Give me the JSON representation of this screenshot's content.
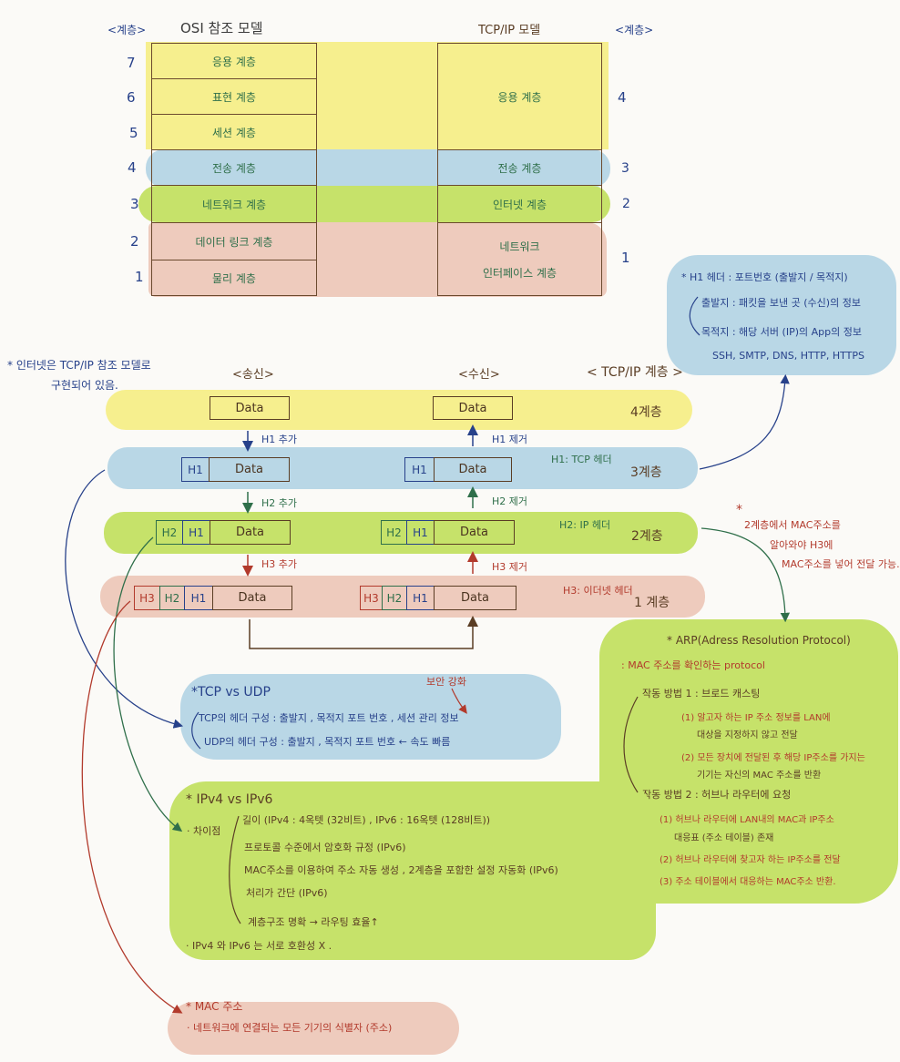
{
  "osi_table": {
    "left_header": "<계층>",
    "osi_title": "OSI 참조 모델",
    "tcp_title": "TCP/IP 모델",
    "right_header": "<계층>",
    "osi_layers": [
      {
        "num": "7",
        "label": "응용 계층"
      },
      {
        "num": "6",
        "label": "표현 계층"
      },
      {
        "num": "5",
        "label": "세션 계층"
      },
      {
        "num": "4",
        "label": "전송 계층"
      },
      {
        "num": "3",
        "label": "네트워크 계층"
      },
      {
        "num": "2",
        "label": "데이터 링크 계층"
      },
      {
        "num": "1",
        "label": "물리 계층"
      }
    ],
    "tcp_layers": [
      {
        "num": "4",
        "label": "응용 계층"
      },
      {
        "num": "3",
        "label": "전송 계층"
      },
      {
        "num": "2",
        "label": "인터넷 계층"
      },
      {
        "num": "1",
        "label_line1": "네트워크",
        "label_line2": "인터페이스 계층"
      }
    ]
  },
  "h1_note": {
    "title": "* H1 헤더 : 포트번호 (출발지 / 목적지)",
    "line1": "출발지 : 패킷을 보낸 곳 (수신)의 정보",
    "line2": "목적지 : 해당 서버 (IP)의 App의 정보",
    "line3": "SSH, SMTP, DNS, HTTP, HTTPS"
  },
  "internet_note": {
    "line1": "* 인터넷은 TCP/IP 참조 모델로",
    "line2": "구현되어 있음."
  },
  "encap": {
    "send_label": "<송신>",
    "recv_label": "<수신>",
    "tcpip_label": "< TCP/IP 계층 >",
    "data": "Data",
    "h1": "H1",
    "h2": "H2",
    "h3": "H3",
    "add_h1": "H1 추가",
    "add_h2": "H2 추가",
    "add_h3": "H3 추가",
    "rem_h1": "H1 제거",
    "rem_h2": "H2 제거",
    "rem_h3": "H3 제거",
    "h1_desc": "H1: TCP 헤더",
    "h2_desc": "H2: IP 헤더",
    "h3_desc": "H3: 이더넷 헤더",
    "layer4": "4계층",
    "layer3": "3계층",
    "layer2": "2계층",
    "layer1": "1 계층"
  },
  "mac_note": {
    "star": "*",
    "line1": "2계층에서 MAC주소를",
    "line2": "알아와야 H3에",
    "line3": "MAC주소를 넣어 전달 가능."
  },
  "arp": {
    "title": "* ARP(Adress Resolution Protocol)",
    "subtitle": ": MAC 주소를 확인하는 protocol",
    "method1": "작동 방법 1 : 브로드 캐스팅",
    "m1_1a": "(1) 알고자 하는 IP 주소 정보를 LAN에",
    "m1_1b": "대상을 지정하지 않고 전달",
    "m1_2a": "(2) 모든 장치에 전달된 후 해당 IP주소를 가지는",
    "m1_2b": "기기는 자신의 MAC 주소를 반환",
    "method2": "작동 방법 2 : 허브나 라우터에 요청",
    "m2_1a": "(1) 허브나 라우터에 LAN내의 MAC과 IP주소",
    "m2_1b": "대응표 (주소 테이블) 존재",
    "m2_2": "(2) 허브나 라우터에 찾고자 하는 IP주소를 전달",
    "m2_3": "(3) 주소 테이블에서 대응하는 MAC주소 반환."
  },
  "tcp_udp": {
    "title": "*TCP vs UDP",
    "annotation": "보안 강화",
    "tcp_line": "TCP의 헤더 구성 : 출발지 , 목적지 포트 번호 , 세션 관리 정보",
    "udp_line": "UDP의 헤더 구성 : 출발지 , 목적지 포트 번호 ← 속도 빠름"
  },
  "ipv": {
    "title": "* IPv4 vs IPv6",
    "diff_label": "· 차이점",
    "l1": "길이 (IPv4 : 4옥텟 (32비트) , IPv6 : 16옥텟 (128비트))",
    "l2": "프로토콜 수준에서 암호화 규정 (IPv6)",
    "l3": "MAC주소를 이용하여 주소 자동 생성 , 2계층을 포함한 설정 자동화 (IPv6)",
    "l4": "처리가 간단 (IPv6)",
    "l5": "계층구조 명확 → 라우팅 효율↑",
    "l6": "· IPv4 와 IPv6 는 서로 호환성 X ."
  },
  "mac_addr": {
    "title": "* MAC 주소",
    "line": "· 네트워크에 연결되는 모든 기기의 식별자 (주소)"
  }
}
